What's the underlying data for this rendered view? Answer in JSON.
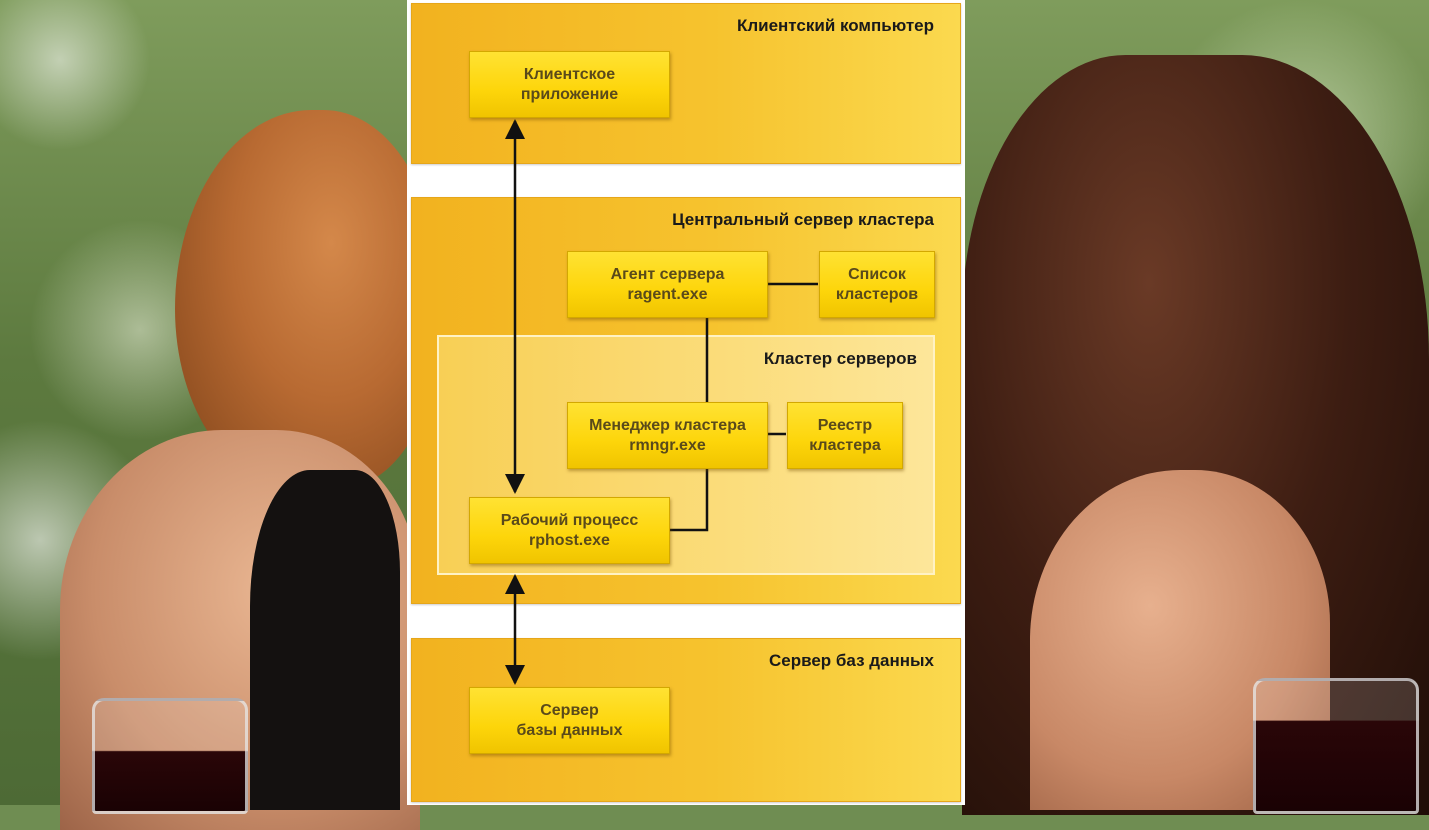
{
  "zones": {
    "client": {
      "title": "Клиентский компьютер"
    },
    "central": {
      "title": "Центральный сервер кластера"
    },
    "cluster": {
      "title": "Кластер серверов"
    },
    "database": {
      "title": "Сервер баз данных"
    }
  },
  "nodes": {
    "client_app": {
      "line1": "Клиентское",
      "line2": "приложение"
    },
    "server_agent": {
      "line1": "Агент сервера",
      "line2": "ragent.exe"
    },
    "cluster_list": {
      "line1": "Список",
      "line2": "кластеров"
    },
    "cluster_manager": {
      "line1": "Менеджер кластера",
      "line2": "rmngr.exe"
    },
    "cluster_registry": {
      "line1": "Реестр",
      "line2": "кластера"
    },
    "worker_process": {
      "line1": "Рабочий процесс",
      "line2": "rphost.exe"
    },
    "db_server": {
      "line1": "Сервер",
      "line2": "базы данных"
    }
  },
  "colors": {
    "zone": "#f6c32e",
    "node": "#fdd50a",
    "link": "#111111"
  }
}
